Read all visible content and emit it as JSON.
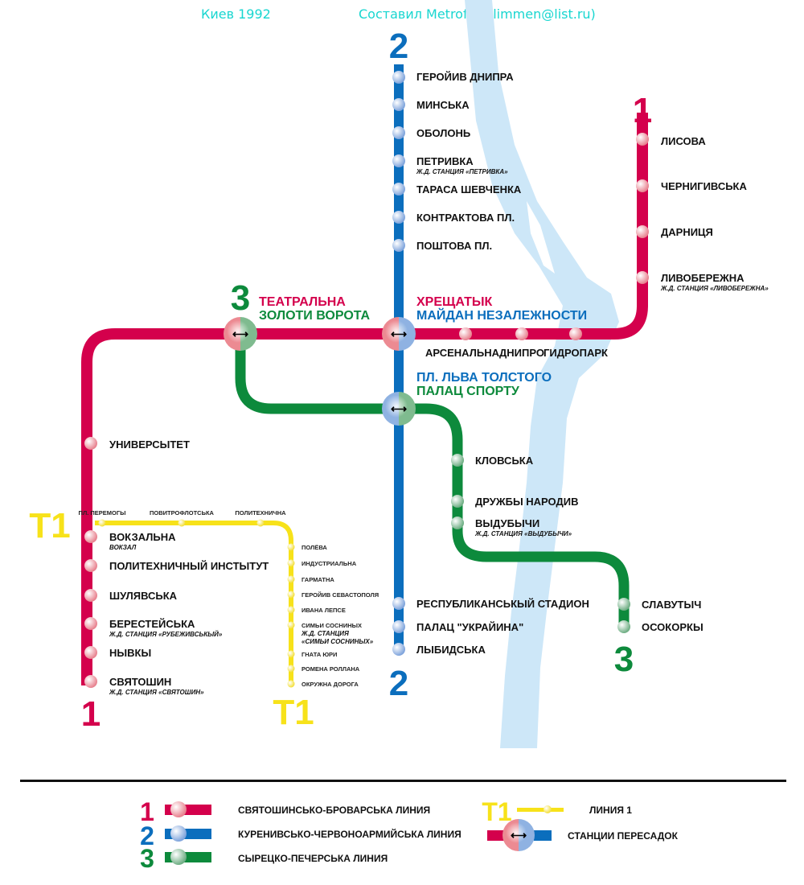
{
  "header": {
    "left": "Киев 1992",
    "right": "Составил Metrofun (limmen@list.ru)"
  },
  "colors": {
    "line1": "#d4004c",
    "line2": "#0b6ebd",
    "line3": "#0d8a3c",
    "t1": "#f7e21a",
    "river": "#cde7f8"
  },
  "line_numbers": {
    "l1": "1",
    "l2": "2",
    "l3": "3",
    "t1": "T1"
  },
  "line1": {
    "stations": [
      {
        "name": "ЛИСОВА"
      },
      {
        "name": "ЧЕРНИГИВСЬКА"
      },
      {
        "name": "ДАРНИЦЯ"
      },
      {
        "name": "ЛИВОБЕРЕЖНА",
        "sub": "Ж.Д. СТАНЦИЯ «ЛИВОБЕРЕЖНА»"
      },
      {
        "name": "ГИДРОПАРК"
      },
      {
        "name": "ДНИПРО"
      },
      {
        "name": "АРСЕНАЛЬНА"
      },
      {
        "name": "УНИВЕРСЫТЕТ"
      },
      {
        "name": "ВОКЗАЛЬНА",
        "sub": "ВОКЗАЛ"
      },
      {
        "name": "ПОЛИТЕХНИЧНЫЙ ИНСТЫТУТ"
      },
      {
        "name": "ШУЛЯВСЬКА"
      },
      {
        "name": "БЕРЕСТЕЙСЬКА",
        "sub": "Ж.Д. СТАНЦИЯ «РУБЕЖИВСЬКЫЙ»"
      },
      {
        "name": "НЫВКЫ"
      },
      {
        "name": "СВЯТОШИН",
        "sub": "Ж.Д. СТАНЦИЯ «СВЯТОШИН»"
      }
    ]
  },
  "line2": {
    "stations": [
      {
        "name": "ГЕРОЙИВ ДНИПРА"
      },
      {
        "name": "МИНСЬКА"
      },
      {
        "name": "ОБОЛОНЬ"
      },
      {
        "name": "ПЕТРИВКА",
        "sub": "Ж.Д. СТАНЦИЯ «ПЕТРИВКА»"
      },
      {
        "name": "ТАРАСА ШЕВЧЕНКА"
      },
      {
        "name": "КОНТРАКТОВА ПЛ."
      },
      {
        "name": "ПОШТОВА ПЛ."
      },
      {
        "name": "РЕСПУБЛИКАНСЬКЫЙ СТАДИОН"
      },
      {
        "name": "ПАЛАЦ \"УКРАЙИНА\""
      },
      {
        "name": "ЛЫБИДСЬКА"
      }
    ]
  },
  "line3": {
    "stations": [
      {
        "name": "КЛОВСЬКА"
      },
      {
        "name": "ДРУЖБЫ НАРОДИВ"
      },
      {
        "name": "ВЫДУБЫЧИ",
        "sub": "Ж.Д. СТАНЦИЯ «ВЫДУБЫЧИ»"
      },
      {
        "name": "СЛАВУТЫЧ"
      },
      {
        "name": "ОСОКОРКЫ"
      }
    ]
  },
  "t1": {
    "stations": [
      {
        "name": "ПЛ. ПЕРЕМОГЫ"
      },
      {
        "name": "ПОВИТРОФЛОТСЬКА"
      },
      {
        "name": "ПОЛИТЕХНИЧНА"
      },
      {
        "name": "ПОЛЁВА"
      },
      {
        "name": "ИНДУСТРИАЛЬНА"
      },
      {
        "name": "ГАРМАТНА"
      },
      {
        "name": "ГЕРОЙИВ СЕВАСТОПОЛЯ"
      },
      {
        "name": "ИВАНА ЛЕПСЕ"
      },
      {
        "name": "СИМЬИ СОСНИНЫХ",
        "sub": "Ж.Д. СТАНЦИЯ",
        "sub2": "«СИМЬИ СОСНИНЫХ»"
      },
      {
        "name": "ГНАТА ЮРИ"
      },
      {
        "name": "РОМЕНА РОЛЛАНА"
      },
      {
        "name": "ОКРУЖНА ДОРОГА"
      }
    ]
  },
  "interchanges": {
    "teatralna": {
      "a": "ТЕАТРАЛЬНА",
      "b": "ЗОЛОТИ ВОРОТА"
    },
    "khreshchatyk": {
      "a": "ХРЕЩАТЫК",
      "b": "МАЙДАН НЕЗАЛЕЖНОСТИ"
    },
    "tolstoho": {
      "a": "ПЛ. ЛЬВА ТОЛСТОГО",
      "b": "ПАЛАЦ СПОРТУ"
    }
  },
  "legend": {
    "line1": "СВЯТОШИНСЬКО-БРОВАРСЬКА ЛИНИЯ",
    "line2": "КУРЕНИВСЬКО-ЧЕРВОНОАРМИЙСЬКА ЛИНИЯ",
    "line3": "СЫРЕЦКО-ПЕЧЕРСЬКА ЛИНИЯ",
    "t1": "ЛИНИЯ 1",
    "transfer": "СТАНЦИИ ПЕРЕСАДОК"
  }
}
